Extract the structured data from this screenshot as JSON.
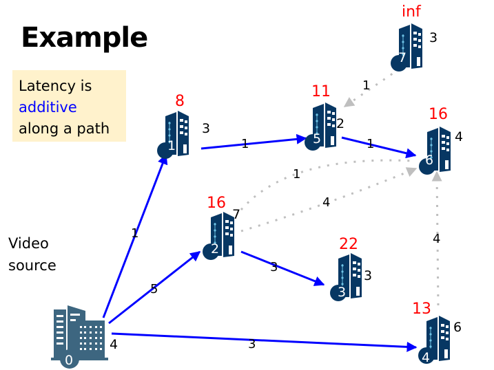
{
  "title": "Example",
  "note": {
    "line1": "Latency is",
    "line2": "additive",
    "line3": "along a path"
  },
  "source_label": {
    "line1": "Video",
    "line2": "source"
  },
  "colors": {
    "node": "#073763",
    "source_node": "#3d6680",
    "active_edge": "#0000ff",
    "inactive_edge": "#bfbfbf",
    "latency": "#ff0000",
    "note_bg": "#fff2cc"
  },
  "nodes": [
    {
      "id": "0",
      "capacity": "4",
      "latency": "",
      "kind": "source"
    },
    {
      "id": "1",
      "capacity": "3",
      "latency": "8"
    },
    {
      "id": "2",
      "capacity": "7",
      "latency": "16"
    },
    {
      "id": "3",
      "capacity": "3",
      "latency": "22"
    },
    {
      "id": "4",
      "capacity": "6",
      "latency": "13"
    },
    {
      "id": "5",
      "capacity": "2",
      "latency": "11"
    },
    {
      "id": "6",
      "capacity": "4",
      "latency": "16"
    },
    {
      "id": "7",
      "capacity": "3",
      "latency": "inf"
    }
  ],
  "edges": [
    {
      "from": "0",
      "to": "1",
      "weight": "1",
      "style": "active"
    },
    {
      "from": "0",
      "to": "2",
      "weight": "5",
      "style": "active"
    },
    {
      "from": "0",
      "to": "4",
      "weight": "3",
      "style": "active"
    },
    {
      "from": "1",
      "to": "5",
      "weight": "1",
      "style": "active"
    },
    {
      "from": "5",
      "to": "6",
      "weight": "1",
      "style": "active"
    },
    {
      "from": "2",
      "to": "3",
      "weight": "3",
      "style": "active"
    },
    {
      "from": "2",
      "to": "6",
      "weight": "1",
      "style": "inactive"
    },
    {
      "from": "2",
      "to": "6",
      "weight": "4",
      "style": "inactive"
    },
    {
      "from": "4",
      "to": "6",
      "weight": "4",
      "style": "inactive"
    },
    {
      "from": "7",
      "to": "5",
      "weight": "1",
      "style": "inactive"
    }
  ]
}
